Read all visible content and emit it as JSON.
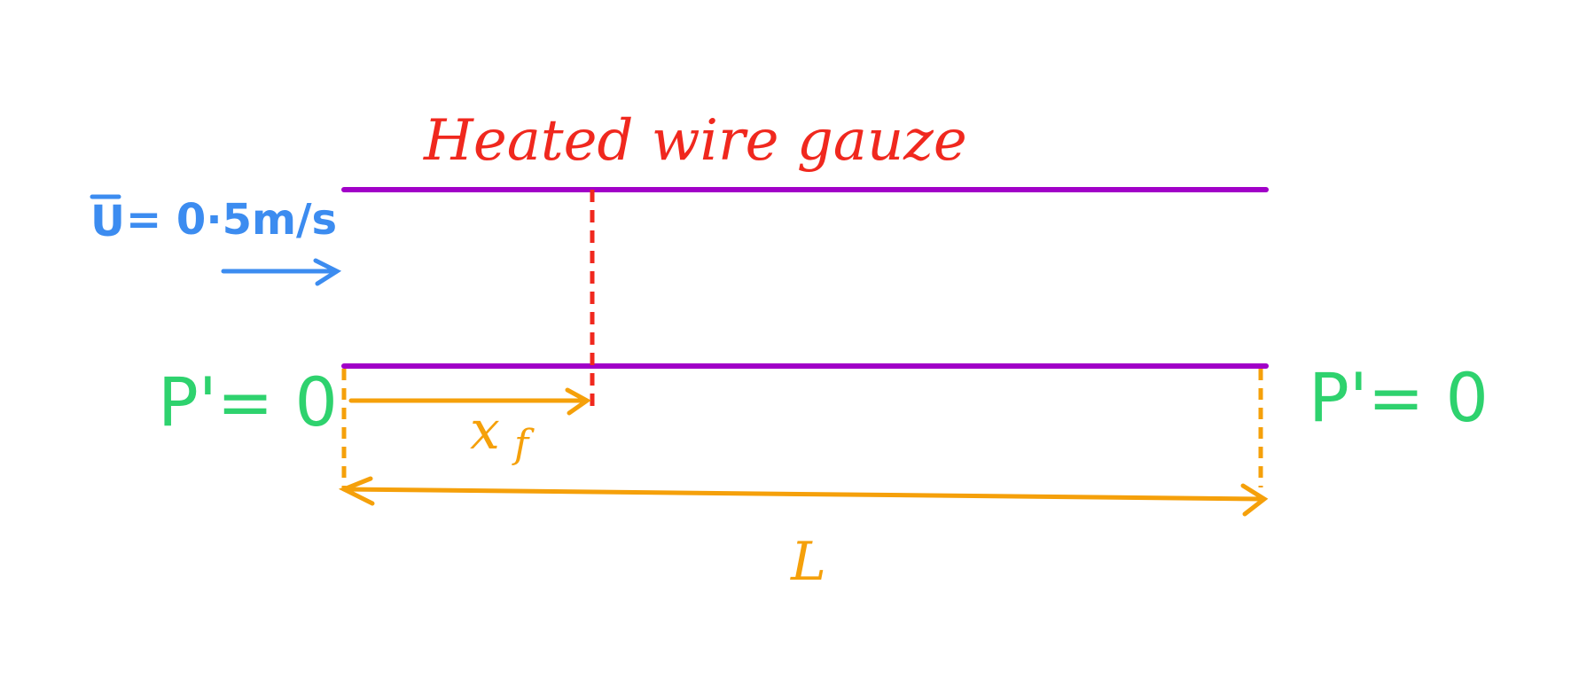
{
  "labels": {
    "gauze": "Heated wire gauze",
    "velocity_symbol": "U",
    "velocity_rest": "= 0·5m/s",
    "boundary_left": "P'= 0",
    "boundary_right": "P'= 0",
    "flame_position_main": "x",
    "flame_position_sub": "f",
    "length": "L"
  },
  "colors": {
    "duct_walls": "#a100c8",
    "gauze": "#f0281e",
    "velocity": "#3c8cf0",
    "boundary": "#2ed26e",
    "dimensions": "#f5a00a",
    "background": "#ffffff"
  }
}
